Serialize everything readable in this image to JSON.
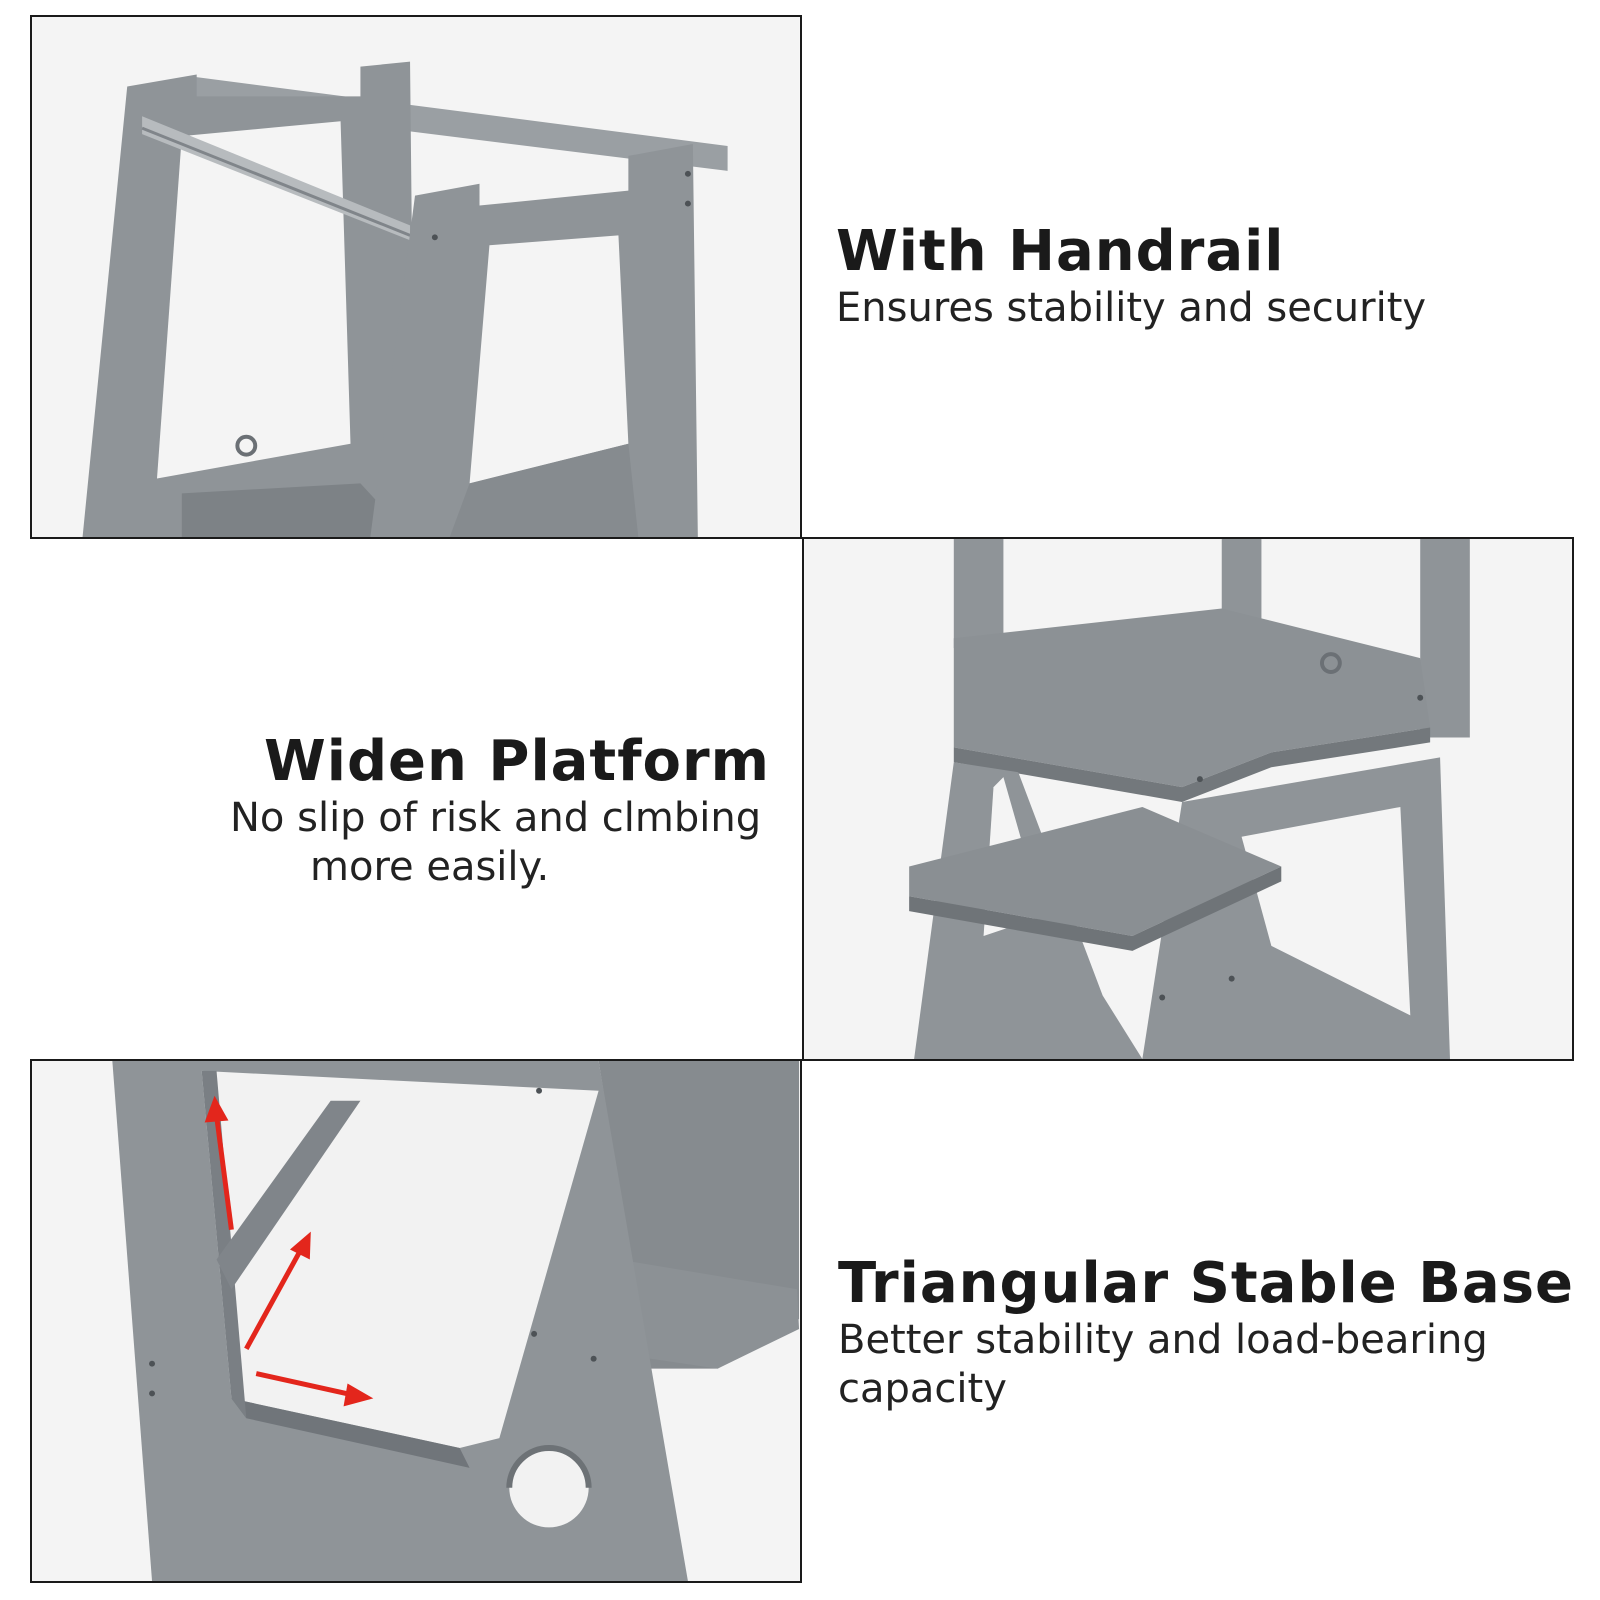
{
  "features": [
    {
      "title": "With Handrail",
      "description": "Ensures stability and security"
    },
    {
      "title": "Widen Platform",
      "description_line1": "No slip of risk and clmbing",
      "description_line2": "more easily."
    },
    {
      "title": "Triangular Stable Base",
      "description_line1": "Better stability and load-bearing",
      "description_line2": "capacity"
    }
  ],
  "colors": {
    "product_gray": "#8f9498",
    "product_shadow": "#767b80",
    "arrow_red": "#e3261c",
    "border": "#1a1a1a"
  }
}
